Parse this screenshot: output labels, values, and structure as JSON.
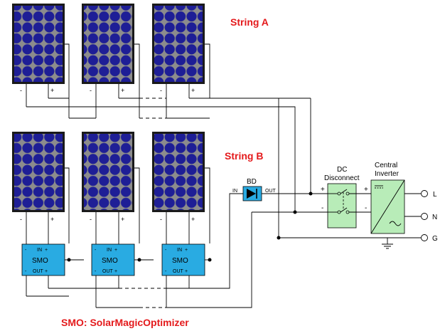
{
  "string_a_label": "String A",
  "string_b_label": "String B",
  "smo_note": "SMO: SolarMagicOptimizer",
  "panel_terminals": {
    "minus": "-",
    "plus": "+"
  },
  "smo": {
    "label": "SMO",
    "in": "IN",
    "out": "OUT",
    "minus": "-",
    "plus": "+"
  },
  "bd": {
    "label": "BD",
    "in": "IN",
    "out": "OUT"
  },
  "dc_disconnect": {
    "line1": "DC",
    "line2": "Disconnect",
    "plus": "+",
    "minus": "-"
  },
  "central_inverter": {
    "line1": "Central",
    "line2": "Inverter",
    "plus": "+",
    "minus": "-"
  },
  "outputs": {
    "l": "L",
    "n": "N",
    "g": "G"
  },
  "colors": {
    "panel_frame": "#1a1a1a",
    "cell": "#1e1e96",
    "smo_fill": "#29abe2",
    "disconnect_fill": "#b8ecb8",
    "label_red": "#e41a1c"
  }
}
